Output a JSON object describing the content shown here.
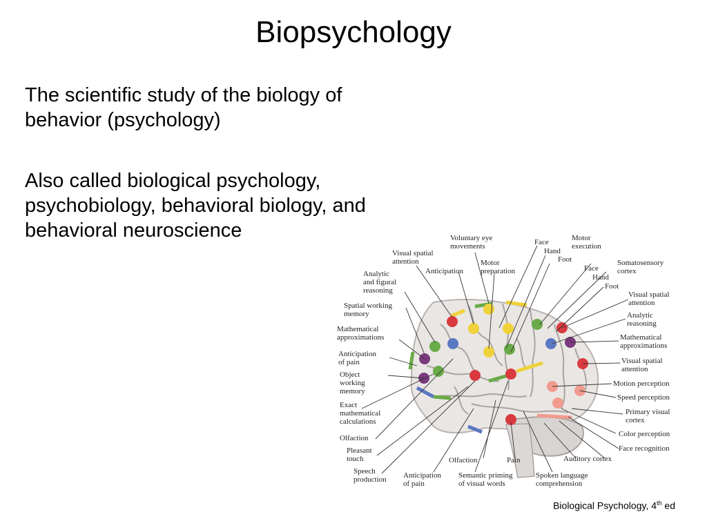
{
  "slide": {
    "title": "Biopsychology",
    "paragraph1": "The scientific study of the biology of behavior (psychology)",
    "paragraph2": "Also called biological psychology, psychobiology, behavioral biology, and behavioral neuroscience",
    "caption": {
      "text": "Biological Psychology, 4",
      "superscript": "th",
      "suffix": " ed"
    }
  },
  "figure": {
    "labels": {
      "voluntary_eye_1": "Voluntary eye",
      "voluntary_eye_2": "movements",
      "face_top": "Face",
      "hand_top": "Hand",
      "foot_top": "Foot",
      "motor_exec_1": "Motor",
      "motor_exec_2": "execution",
      "visual_spatial_att_1": "Visual spatial",
      "visual_spatial_att_2": "attention",
      "anticipation": "Anticipation",
      "motor_prep_1": "Motor",
      "motor_prep_2": "preparation",
      "analytic_figural_1": "Analytic",
      "analytic_figural_2": "and figural",
      "analytic_figural_3": "reasoning",
      "spatial_working_1": "Spatial working",
      "spatial_working_2": "memory",
      "math_approx_left_1": "Mathematical",
      "math_approx_left_2": "approximations",
      "anticipation_pain_left_1": "Anticipation",
      "anticipation_pain_left_2": "of pain",
      "object_working_1": "Object",
      "object_working_2": "working",
      "object_working_3": "memory",
      "exact_math_1": "Exact",
      "exact_math_2": "mathematical",
      "exact_math_3": "calculations",
      "olfaction_left": "Olfaction",
      "pleasant_touch_1": "Pleasant",
      "pleasant_touch_2": "touch",
      "speech_1": "Speech",
      "speech_2": "production",
      "anticipation_pain_bottom_1": "Anticipation",
      "anticipation_pain_bottom_2": "of pain",
      "olfaction_bottom": "Olfaction",
      "pain": "Pain",
      "semantic_1": "Semantic priming",
      "semantic_2": "of visual words",
      "spoken_1": "Spoken language",
      "spoken_2": "comprehension",
      "auditory": "Auditory cortex",
      "somatosensory_1": "Somatosensory",
      "somatosensory_2": "cortex",
      "face_right": "Face",
      "hand_right": "Hand",
      "foot_right": "Foot",
      "visual_spatial_right_1": "Visual spatial",
      "visual_spatial_right_2": "attention",
      "analytic_right_1": "Analytic",
      "analytic_right_2": "reasoning",
      "math_approx_right_1": "Mathematical",
      "math_approx_right_2": "approximations",
      "visual_spatial_right2_1": "Visual spatial",
      "visual_spatial_right2_2": "attention",
      "motion": "Motion perception",
      "speed": "Speed perception",
      "primary_visual_1": "Primary visual",
      "primary_visual_2": "cortex",
      "color": "Color perception",
      "face_recognition": "Face recognition"
    },
    "colors": {
      "red": "#d93a3f",
      "yellow": "#efd23a",
      "green": "#6aaa48",
      "blue": "#5b78c2",
      "purple": "#7a3a7e",
      "pink": "#f19b8e",
      "brain": "#e9e6e4",
      "sulci": "#a9a4a2"
    }
  }
}
